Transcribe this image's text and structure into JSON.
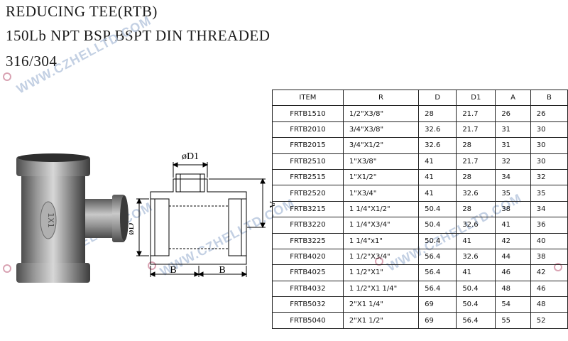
{
  "titles": {
    "line1": "REDUCING TEE(RTB)",
    "line2": "150Lb NPT BSP BSPT DIN  THREADED",
    "line3": "316/304"
  },
  "watermark": "WWW.CZHELLTD.COM",
  "drawing": {
    "label_d1": "øD1",
    "label_d": "øD",
    "label_a": "A",
    "label_b_left": "B",
    "label_b_right": "B"
  },
  "photo": {
    "cast_mark": "1X1"
  },
  "table": {
    "headers": [
      "ITEM",
      "R",
      "D",
      "D1",
      "A",
      "B"
    ],
    "rows": [
      [
        "FRTB1510",
        "1/2\"X3/8\"",
        "28",
        "21.7",
        "26",
        "26"
      ],
      [
        "FRTB2010",
        "3/4\"X3/8\"",
        "32.6",
        "21.7",
        "31",
        "30"
      ],
      [
        "FRTB2015",
        "3/4\"X1/2\"",
        "32.6",
        "28",
        "31",
        "30"
      ],
      [
        "FRTB2510",
        "1\"X3/8\"",
        "41",
        "21.7",
        "32",
        "30"
      ],
      [
        "FRTB2515",
        "1\"X1/2\"",
        "41",
        "28",
        "34",
        "32"
      ],
      [
        "FRTB2520",
        "1\"X3/4\"",
        "41",
        "32.6",
        "35",
        "35"
      ],
      [
        "FRTB3215",
        "1 1/4\"X1/2\"",
        "50.4",
        "28",
        "38",
        "34"
      ],
      [
        "FRTB3220",
        "1 1/4\"X3/4\"",
        "50.4",
        "32.6",
        "41",
        "36"
      ],
      [
        "FRTB3225",
        "1 1/4\"x1\"",
        "50.4",
        "41",
        "42",
        "40"
      ],
      [
        "FRTB4020",
        "1 1/2\"X3/4\"",
        "56.4",
        "32.6",
        "44",
        "38"
      ],
      [
        "FRTB4025",
        "1 1/2\"X1\"",
        "56.4",
        "41",
        "46",
        "42"
      ],
      [
        "FRTB4032",
        "1 1/2\"X1 1/4\"",
        "56.4",
        "50.4",
        "48",
        "46"
      ],
      [
        "FRTB5032",
        "2\"X1 1/4\"",
        "69",
        "50.4",
        "54",
        "48"
      ],
      [
        "FRTB5040",
        "2\"X1 1/2\"",
        "69",
        "56.4",
        "55",
        "52"
      ]
    ]
  }
}
